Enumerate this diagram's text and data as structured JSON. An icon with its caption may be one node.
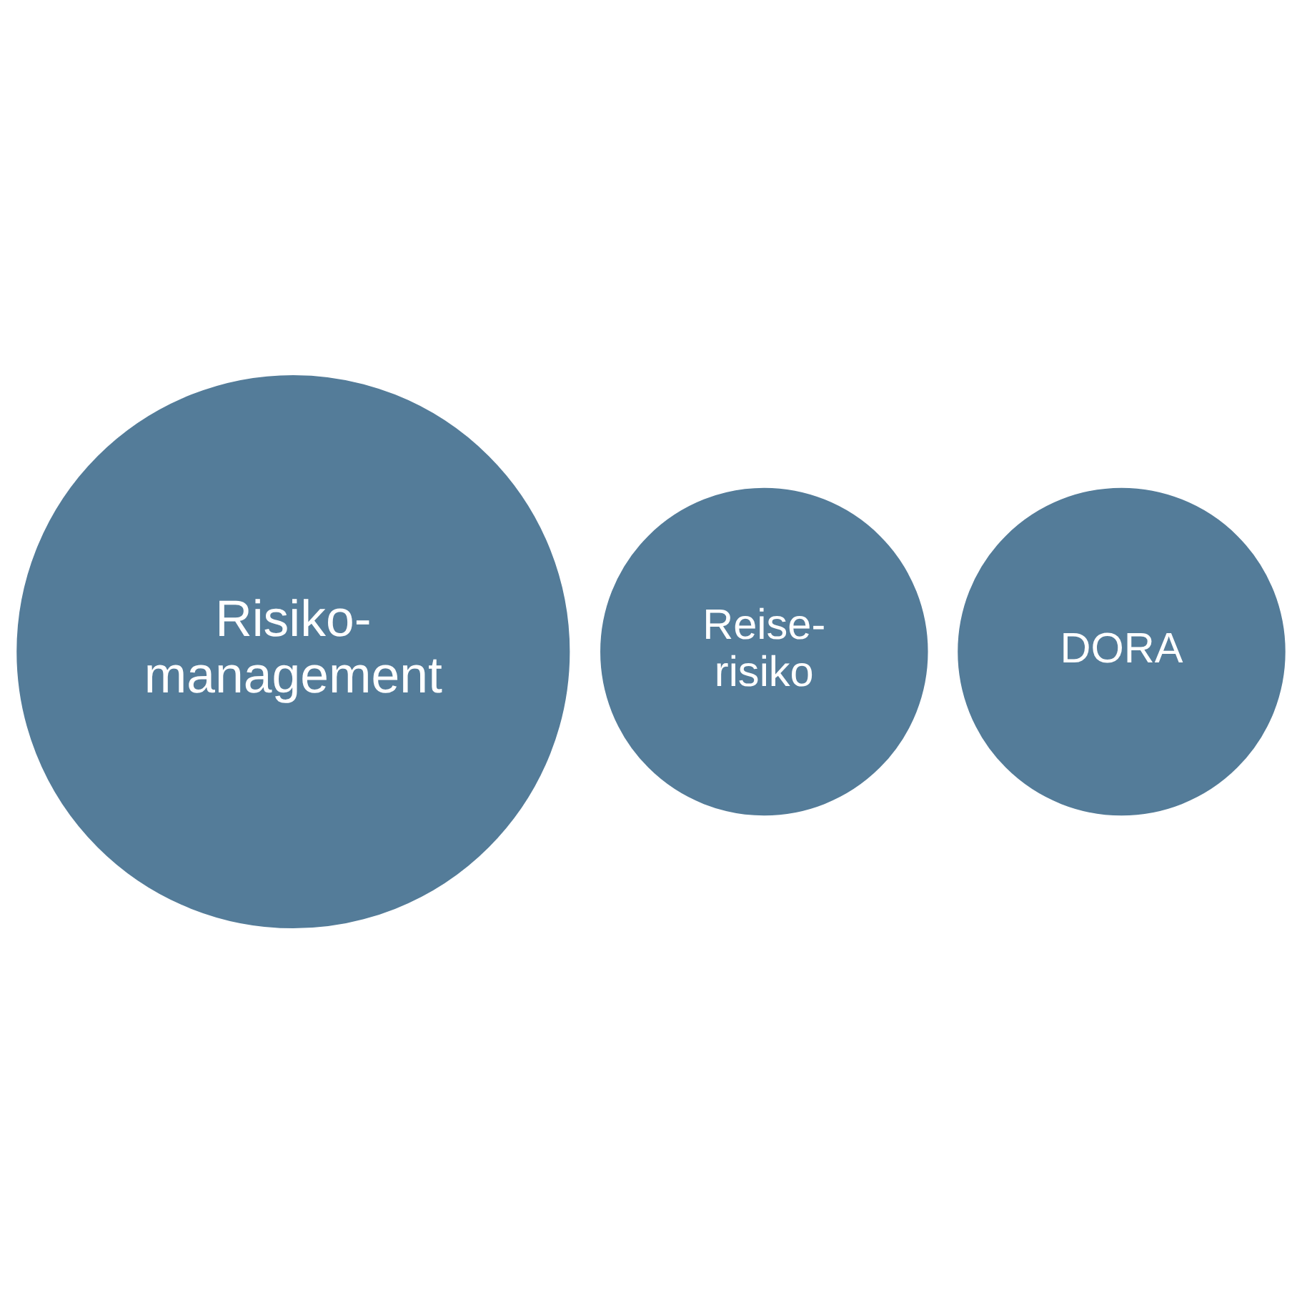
{
  "diagram": {
    "nodes": [
      {
        "text": [
          "Risiko- management"
        ]
      },
      {
        "text": [
          "Reise- risiko"
        ]
      },
      {
        "text": [
          "DORA"
        ]
      }
    ],
    "edges": []
  }
}
